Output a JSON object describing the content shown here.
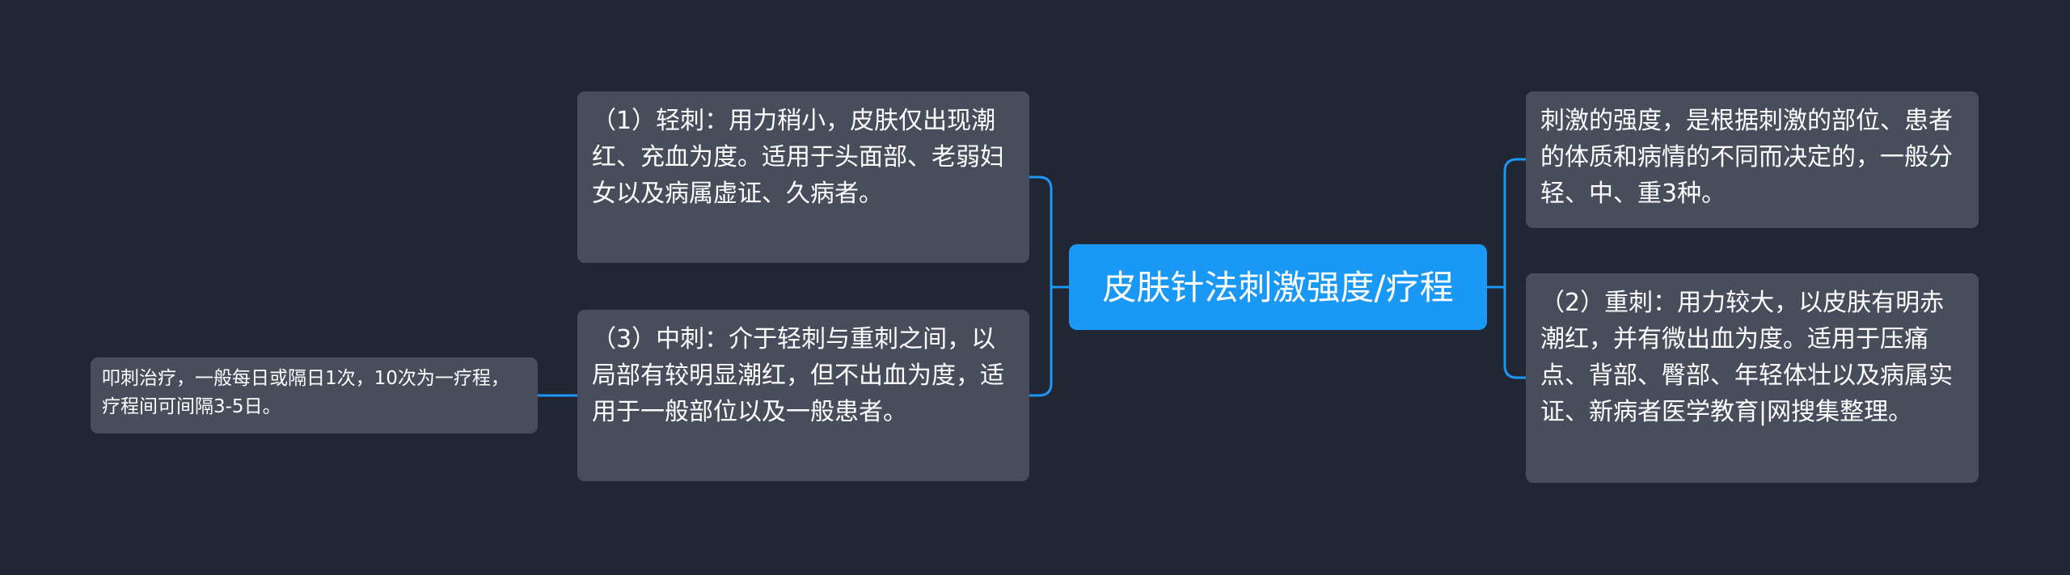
{
  "mindmap": {
    "root": {
      "label": "皮肤针法刺激强度/疗程"
    },
    "left_branches": [
      {
        "text": "（1）轻刺：用力稍小，皮肤仅出现潮红、充血为度。适用于头面部、老弱妇女以及病属虚证、久病者。"
      },
      {
        "text": "（3）中刺：介于轻刺与重刺之间，以局部有较明显潮红，但不出血为度，适用于一般部位以及一般患者。",
        "child": {
          "text": "叩刺治疗，一般每日或隔日1次，10次为一疗程，疗程间可间隔3-5日。"
        }
      }
    ],
    "right_branches": [
      {
        "text": "刺激的强度，是根据刺激的部位、患者的体质和病情的不同而决定的，一般分轻、中、重3种。"
      },
      {
        "text": "（2）重刺：用力较大，以皮肤有明赤潮红，并有微出血为度。适用于压痛点、背部、臀部、年轻体壮以及病属实证、新病者医学教育|网搜集整理。"
      }
    ],
    "colors": {
      "background": "#222632",
      "root_fill": "#1a98f6",
      "node_fill": "#484d5b",
      "connector": "#1a98f6",
      "text": "#ffffff"
    }
  }
}
